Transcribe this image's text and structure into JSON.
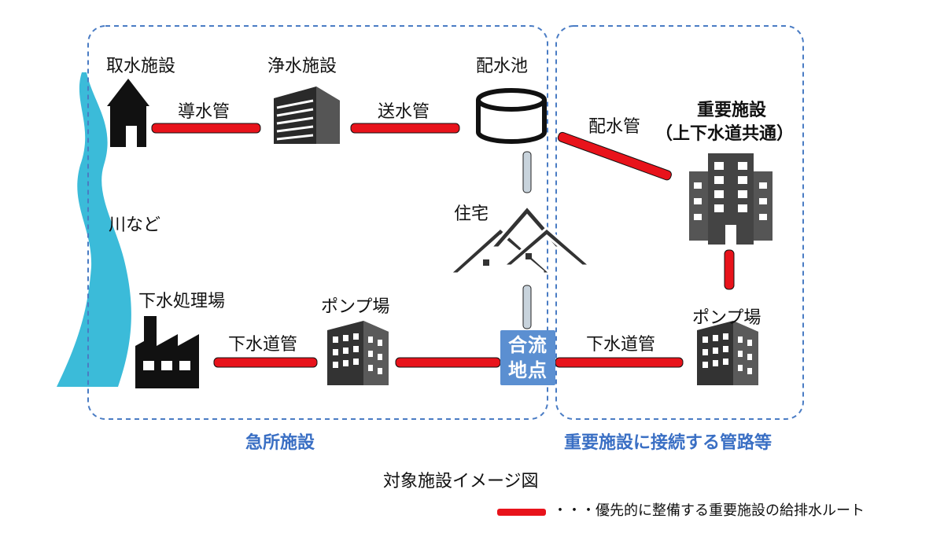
{
  "facilities": {
    "intake": "取水施設",
    "purification": "浄水施設",
    "reservoir": "配水池",
    "housing": "住宅",
    "river": "川など",
    "sewage_plant": "下水処理場",
    "pump_left": "ポンプ場",
    "pump_right": "ポンプ場",
    "important_line1": "重要施設",
    "important_line2": "（上下水道共通）"
  },
  "pipes": {
    "conduit": "導水管",
    "transmission": "送水管",
    "distribution": "配水管",
    "sewer_left": "下水道管",
    "sewer_right": "下水道管"
  },
  "junction": {
    "line1": "合流",
    "line2": "地点"
  },
  "groups": {
    "urgent": "急所施設",
    "connecting": "重要施設に接続する管路等"
  },
  "caption": "対象施設イメージ図",
  "legend": {
    "text": "・・・優先的に整備する重要施設の給排水ルート",
    "color": "#e8131b"
  },
  "colors": {
    "pipe": "#e8131b",
    "river": "#3bbbd9",
    "group_border": "#4a7cc4",
    "grey_pipe": "#c8d3dc"
  }
}
